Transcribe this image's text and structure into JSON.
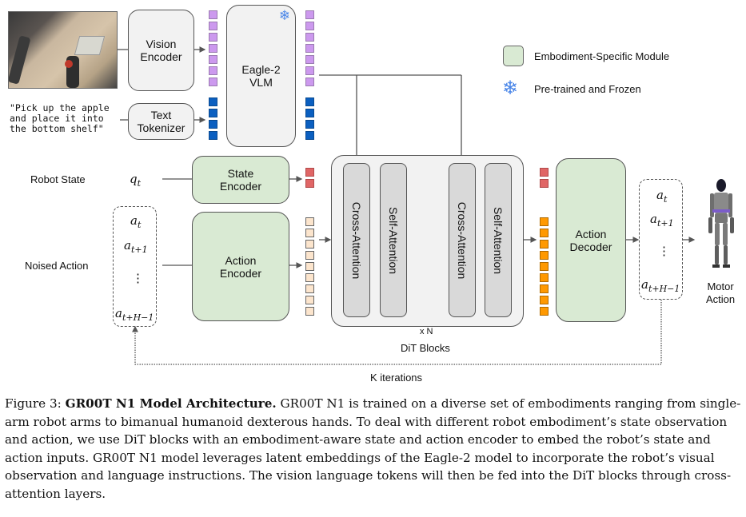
{
  "diagram": {
    "inputs": {
      "image_alt": "Egocentric robot camera view of table with apple and shelf",
      "instruction": "\"Pick up the apple\nand place it into\nthe bottom shelf\"",
      "robot_state_label": "Robot State",
      "robot_state_symbol": "q",
      "robot_state_sub": "t",
      "noised_action_label": "Noised Action"
    },
    "modules": {
      "vision_encoder": "Vision\nEncoder",
      "text_tokenizer": "Text\nTokenizer",
      "vlm": "Eagle-2\nVLM",
      "state_encoder": "State\nEncoder",
      "action_encoder": "Action\nEncoder",
      "action_decoder": "Action\nDecoder"
    },
    "dit": {
      "blocks": [
        "Cross-Attention",
        "Self-Attention",
        "Cross-Attention",
        "Self-Attention"
      ],
      "repeat": "x N",
      "label": "DiT Blocks"
    },
    "action_sequence": {
      "items": [
        {
          "sym": "a",
          "sub": "t"
        },
        {
          "sym": "a",
          "sub": "t+1"
        },
        {
          "sym": "⋮",
          "sub": ""
        },
        {
          "sym": "a",
          "sub": "t+H−1"
        }
      ]
    },
    "output": {
      "label": "Motor\nAction"
    },
    "loop_label": "K iterations",
    "legend": {
      "items": [
        {
          "kind": "embodiment-specific",
          "label": "Embodiment-Specific Module",
          "color": "#d9ead3"
        },
        {
          "kind": "frozen",
          "label": "Pre-trained and Frozen",
          "color": "#4a86e8"
        }
      ]
    },
    "tokens": {
      "vision_count": 7,
      "text_count": 4,
      "state_count": 2,
      "action_count": 9,
      "colors": {
        "vision": "#cc99ee",
        "text": "#0b5fc0",
        "state": "#e06666",
        "action_in": "#fce5cd",
        "action_out": "#ff9900"
      }
    }
  },
  "caption": {
    "prefix": "Figure 3: ",
    "title": "GR00T N1 Model Architecture.",
    "body": " GR00T N1 is trained on a diverse set of embodiments ranging from single-arm robot arms to bimanual humanoid dexterous hands. To deal with different robot embodiment’s state observation and action, we use DiT blocks with an embodiment-aware state and action encoder to embed the robot’s state and action inputs. GR00T N1 model leverages latent embeddings of the Eagle-2 model to incorporate the robot’s visual observation and language instructions. The vision language tokens will then be fed into the DiT blocks through cross-attention layers."
  }
}
